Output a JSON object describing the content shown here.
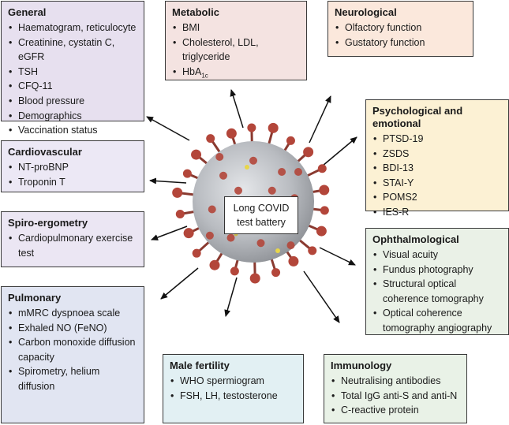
{
  "center": {
    "line1": "Long COVID",
    "line2": "test battery"
  },
  "boxes": {
    "general": {
      "title": "General",
      "items": [
        "Haematogram, reticulocyte",
        "Creatinine, cystatin C, eGFR",
        "TSH",
        "CFQ-11",
        "Blood pressure",
        "Demographics",
        "Vaccination status"
      ],
      "color": "#e7e0ef"
    },
    "metabolic": {
      "title": "Metabolic",
      "items": [
        "BMI",
        "Cholesterol, LDL, triglyceride"
      ],
      "hba": "HbA",
      "hba_sub": "1c",
      "color": "#f4e3e1"
    },
    "neurological": {
      "title": "Neurological",
      "items": [
        "Olfactory function",
        "Gustatory function"
      ],
      "color": "#fbe8dc"
    },
    "psychological": {
      "title": "Psychological and emotional",
      "items": [
        "PTSD-19",
        "ZSDS",
        "BDI-13",
        "STAI-Y",
        "POMS2",
        "IES-R"
      ],
      "color": "#fcf1d4"
    },
    "cardiovascular": {
      "title": "Cardiovascular",
      "items": [
        "NT-proBNP",
        "Troponin T"
      ],
      "color": "#ece8f5"
    },
    "spiro": {
      "title": "Spiro-ergometry",
      "items": [
        "Cardiopulmonary exercise test"
      ],
      "color": "#ebe6f3"
    },
    "ophthalmological": {
      "title": "Ophthalmological",
      "items": [
        "Visual acuity",
        "Fundus photography",
        "Structural optical coherence tomography",
        "Optical coherence tomography angiography"
      ],
      "color": "#eaf1e7"
    },
    "pulmonary": {
      "title": "Pulmonary",
      "items": [
        "mMRC dyspnoea scale",
        "Exhaled NO (FeNO)",
        "Carbon monoxide diffusion capacity",
        "Spirometry, helium diffusion"
      ],
      "color": "#e1e5f2"
    },
    "male_fertility": {
      "title": "Male fertility",
      "items": [
        "WHO spermiogram",
        "FSH, LH, testosterone"
      ],
      "color": "#e2f0f3"
    },
    "immunology": {
      "title": "Immunology",
      "items": [
        "Neutralising antibodies",
        "Total IgG anti-S and anti-N",
        "C-reactive protein"
      ],
      "color": "#e9f2e7"
    }
  },
  "colors": {
    "arrow": "#111111",
    "virus_body": "#b9bcc1",
    "virus_spike": "#b3463a"
  }
}
